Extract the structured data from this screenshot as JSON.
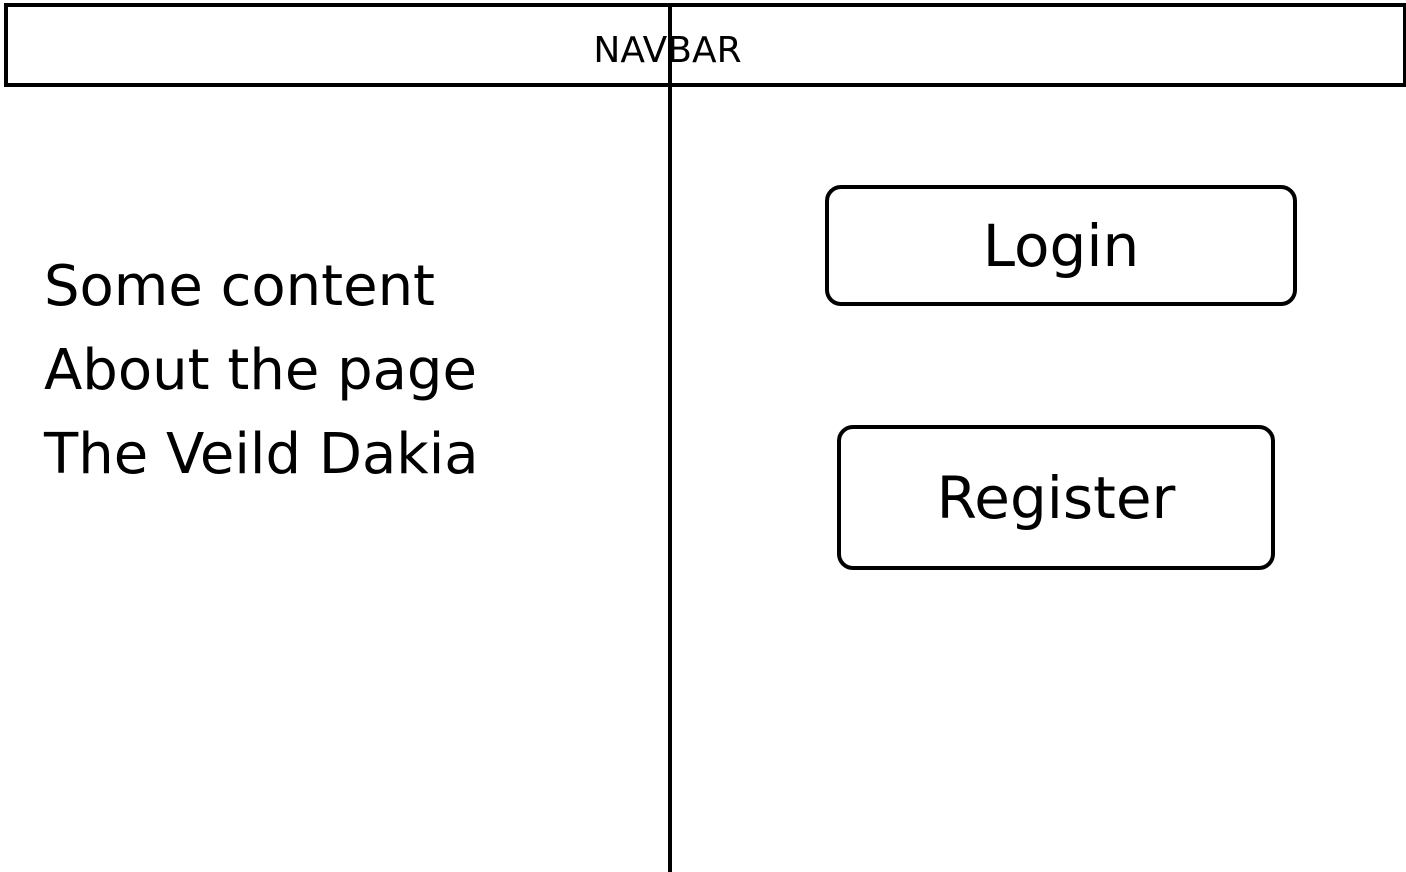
{
  "navbar": {
    "label": "NAVBAR"
  },
  "content": {
    "lines": [
      "Some content",
      "About the page",
      "The Veild Dakia"
    ]
  },
  "actions": {
    "login_label": "Login",
    "register_label": "Register"
  }
}
